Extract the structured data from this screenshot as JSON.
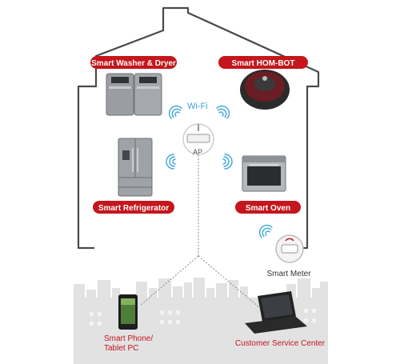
{
  "diagram": {
    "network_label": "Wi-Fi",
    "access_point": {
      "label": "AP",
      "icon": "router-icon"
    },
    "appliances": {
      "washer_dryer": {
        "label": "Smart Washer & Dryer",
        "icon": "washer-dryer-icon"
      },
      "hombot": {
        "label": "Smart HOM-BOT",
        "icon": "robot-vacuum-icon"
      },
      "refrigerator": {
        "label": "Smart Refrigerator",
        "icon": "refrigerator-icon"
      },
      "oven": {
        "label": "Smart Oven",
        "icon": "oven-icon"
      }
    },
    "smart_meter": {
      "label": "Smart Meter",
      "icon": "smart-meter-icon"
    },
    "external": {
      "phone": {
        "label_line1": "Smart Phone/",
        "label_line2": "Tablet PC",
        "icon": "smartphone-icon"
      },
      "service": {
        "label": "Customer Service Center",
        "icon": "laptop-icon"
      }
    },
    "colors": {
      "accent_red": "#c4161c",
      "wifi_blue": "#3aa6d8",
      "house_outline": "#4a4a4a",
      "skyline_gray": "#e2e2e2"
    }
  }
}
